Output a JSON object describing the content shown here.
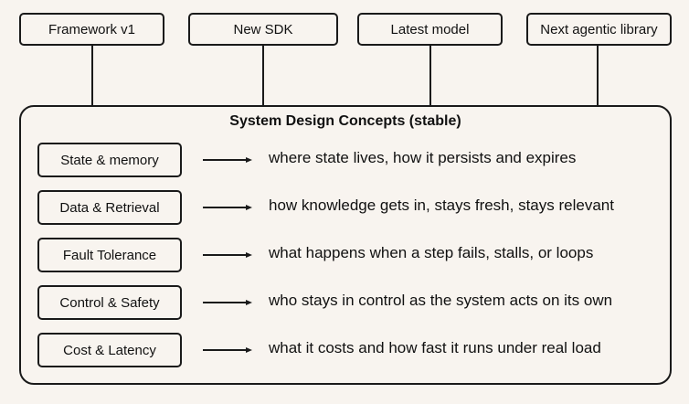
{
  "top_boxes": [
    {
      "label": "Framework v1"
    },
    {
      "label": "New SDK"
    },
    {
      "label": "Latest model"
    },
    {
      "label": "Next agentic library"
    }
  ],
  "container": {
    "title": "System Design Concepts (stable)"
  },
  "concepts": [
    {
      "label": "State & memory",
      "description": "where state lives, how it persists and expires"
    },
    {
      "label": "Data & Retrieval",
      "description": "how knowledge gets in, stays fresh, stays relevant"
    },
    {
      "label": "Fault Tolerance",
      "description": "what happens when a step fails, stalls, or loops"
    },
    {
      "label": "Control & Safety",
      "description": "who stays in control as the system acts on its own"
    },
    {
      "label": "Cost & Latency",
      "description": "what it costs and how fast it runs under real load"
    }
  ],
  "colors": {
    "background": "#f8f4ef",
    "stroke": "#1a1a1a"
  }
}
